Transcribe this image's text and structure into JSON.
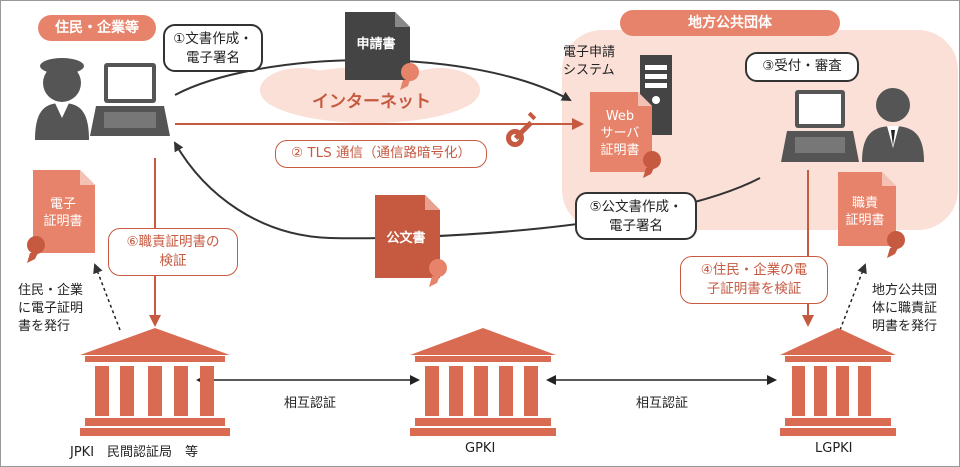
{
  "header_left": "住民・企業等",
  "header_right": "地方公共団体",
  "step1": "①文書作成・\n電子署名",
  "step2": "② TLS 通信（通信路暗号化）",
  "step3": "③受付・審査",
  "step4": "④住民・企業の電\n子証明書を検証",
  "step5": "⑤公文書作成・\n電子署名",
  "step6": "⑥職責証明書の\n検証",
  "internet": "インターネット",
  "doc_application": "申請書",
  "doc_official": "公文書",
  "doc_web_cert": "Web\nサーバ\n証明書",
  "doc_e_cert": "電子\n証明書",
  "doc_job_cert": "職責\n証明書",
  "e_app_system": "電子申請\nシステム",
  "note_left": "住民・企業\nに電子証明\n書を発行",
  "note_right": "地方公共団\n体に職責証\n明書を発行",
  "mutual_left": "相互認証",
  "mutual_right": "相互認証",
  "org_left": "JPKI　民間認証局　等",
  "org_center": "GPKI",
  "org_right": "LGPKI",
  "colors": {
    "accent": "#e8836b",
    "dark_red": "#c65a41",
    "light_pink": "#fbe0d8",
    "doc_gray": "#444",
    "person_gray": "#555"
  }
}
